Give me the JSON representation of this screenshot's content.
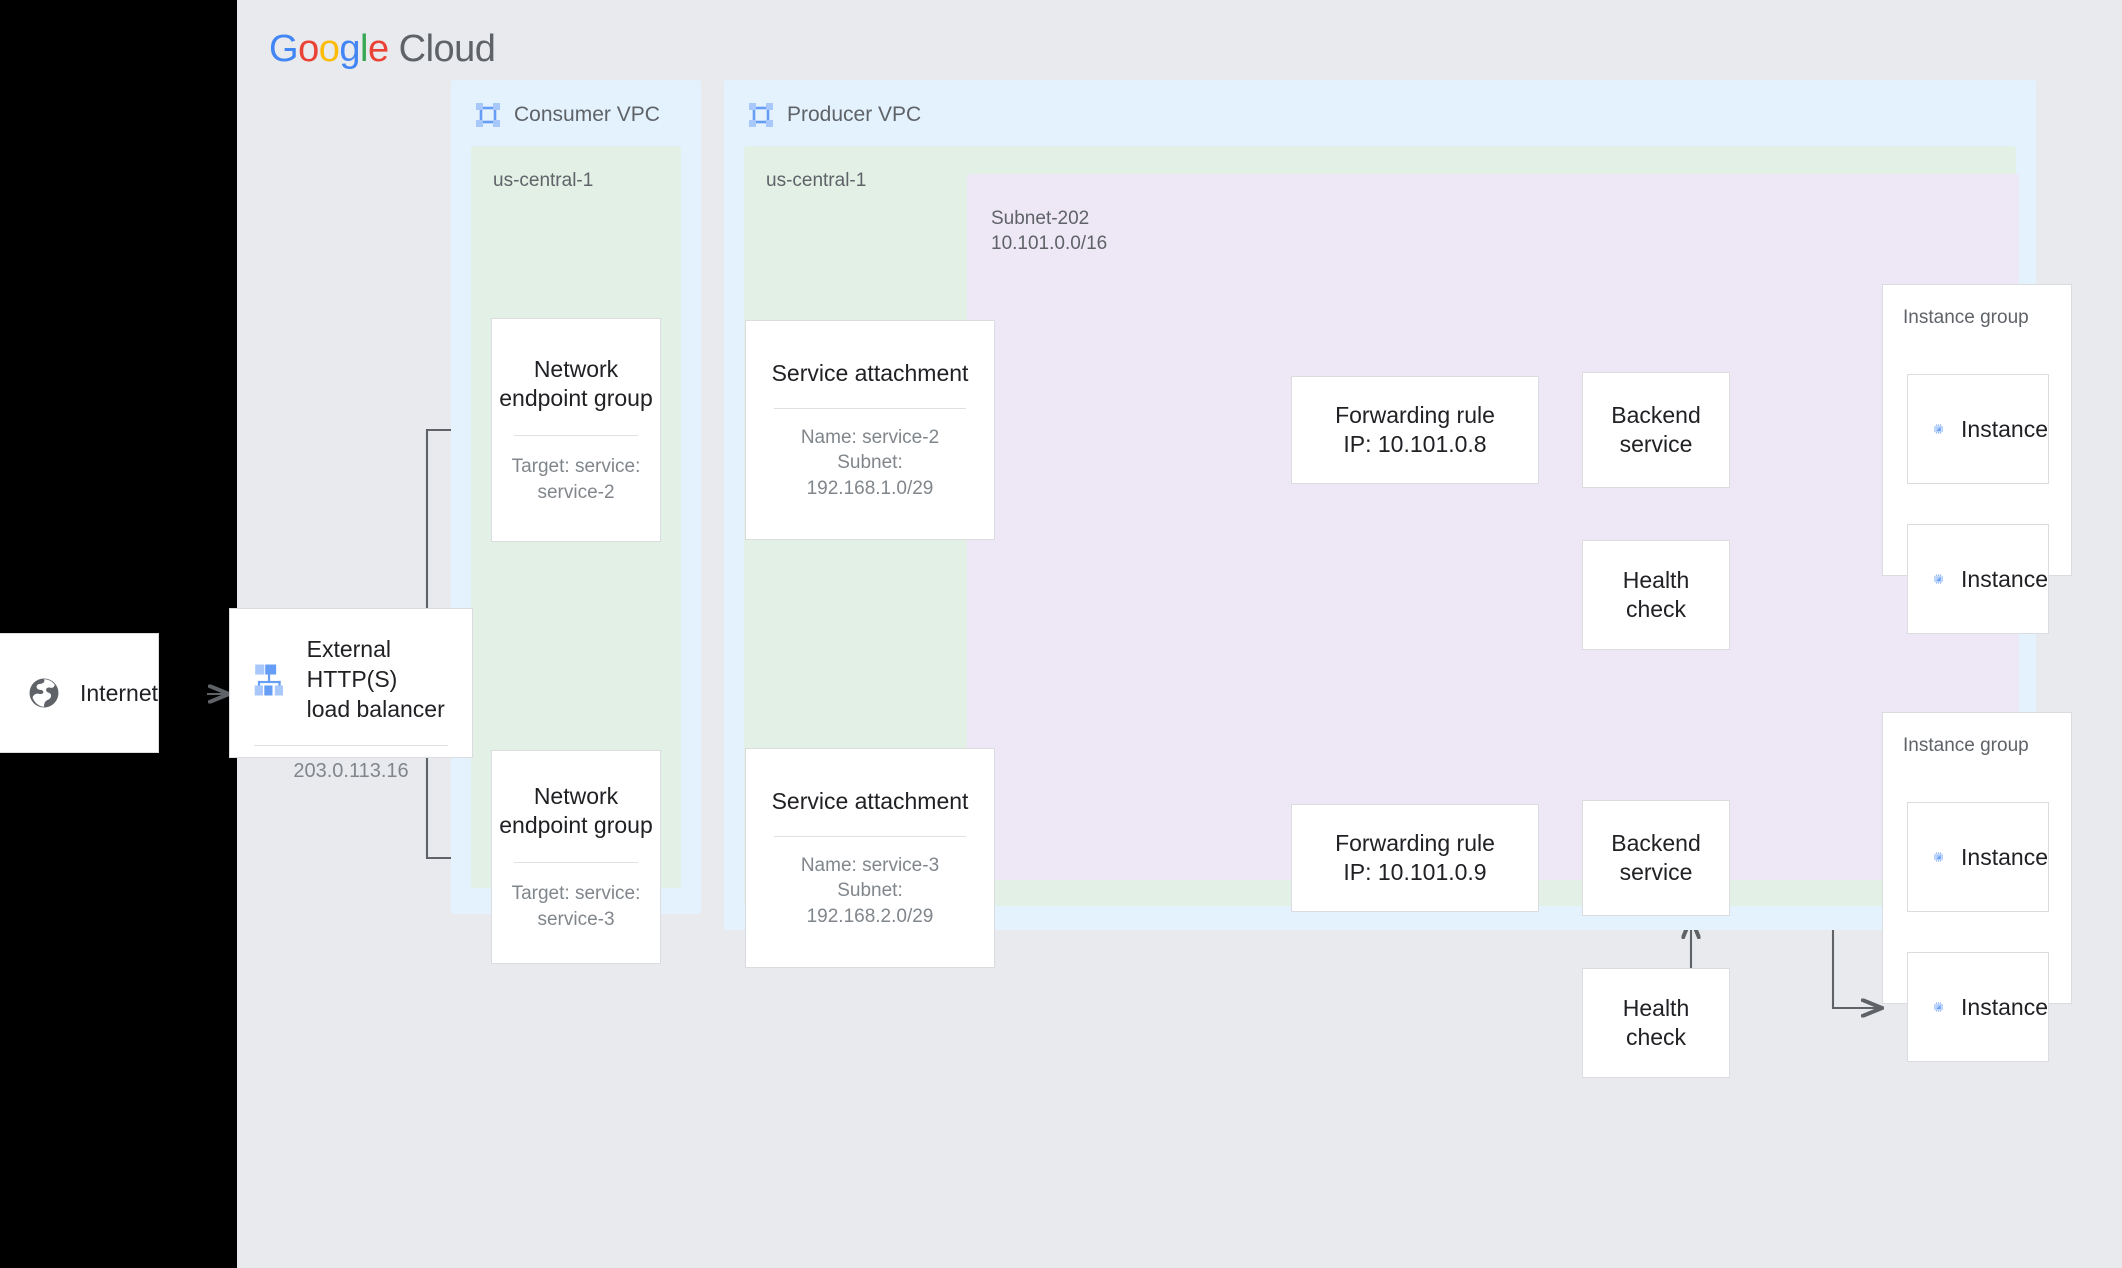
{
  "brand": {
    "google": "Google",
    "cloud": "Cloud"
  },
  "internet": {
    "label": "Internet",
    "icon": "globe-icon"
  },
  "load_balancer": {
    "title_line1": "External HTTP(S)",
    "title_line2": "load balancer",
    "ip": "203.0.113.16",
    "icon": "load-balancer-icon"
  },
  "consumer_vpc": {
    "title": "Consumer VPC",
    "icon": "vpc-icon",
    "region": "us-central-1",
    "negs": [
      {
        "title_line1": "Network",
        "title_line2": "endpoint group",
        "sub_line1": "Target: service:",
        "sub_line2": "service-2"
      },
      {
        "title_line1": "Network",
        "title_line2": "endpoint group",
        "sub_line1": "Target: service:",
        "sub_line2": "service-3"
      }
    ]
  },
  "producer_vpc": {
    "title": "Producer VPC",
    "icon": "vpc-icon",
    "region": "us-central-1",
    "subnet": {
      "name": "Subnet-202",
      "cidr": "10.101.0.0/16"
    },
    "service_attachments": [
      {
        "title": "Service attachment",
        "name": "Name: service-2",
        "subnet_label": "Subnet:",
        "subnet_cidr": "192.168.1.0/29"
      },
      {
        "title": "Service attachment",
        "name": "Name: service-3",
        "subnet_label": "Subnet:",
        "subnet_cidr": "192.168.2.0/29"
      }
    ],
    "forwarding_rules": [
      {
        "line1": "Forwarding rule",
        "line2": "IP: 10.101.0.8"
      },
      {
        "line1": "Forwarding rule",
        "line2": "IP: 10.101.0.9"
      }
    ],
    "backend_services": [
      {
        "line1": "Backend",
        "line2": "service"
      },
      {
        "line1": "Backend",
        "line2": "service"
      }
    ],
    "health_checks": [
      {
        "line1": "Health",
        "line2": "check"
      },
      {
        "line1": "Health",
        "line2": "check"
      }
    ],
    "instance_groups": [
      {
        "label": "Instance group",
        "instances": [
          {
            "label": "Instance",
            "icon": "compute-instance-icon"
          },
          {
            "label": "Instance",
            "icon": "compute-instance-icon"
          }
        ]
      },
      {
        "label": "Instance group",
        "instances": [
          {
            "label": "Instance",
            "icon": "compute-instance-icon"
          },
          {
            "label": "Instance",
            "icon": "compute-instance-icon"
          }
        ]
      }
    ]
  },
  "colors": {
    "canvas": "#E8EAED",
    "vpc": "#E3F2FD",
    "region": "#E2F0E6",
    "subnet": "#EDE7F6",
    "card": "#FFFFFF",
    "border": "#DADCE0",
    "wire": "#5F6368",
    "accent_blue": "#669DF6",
    "text": "#202124",
    "muted": "#5F6368"
  }
}
